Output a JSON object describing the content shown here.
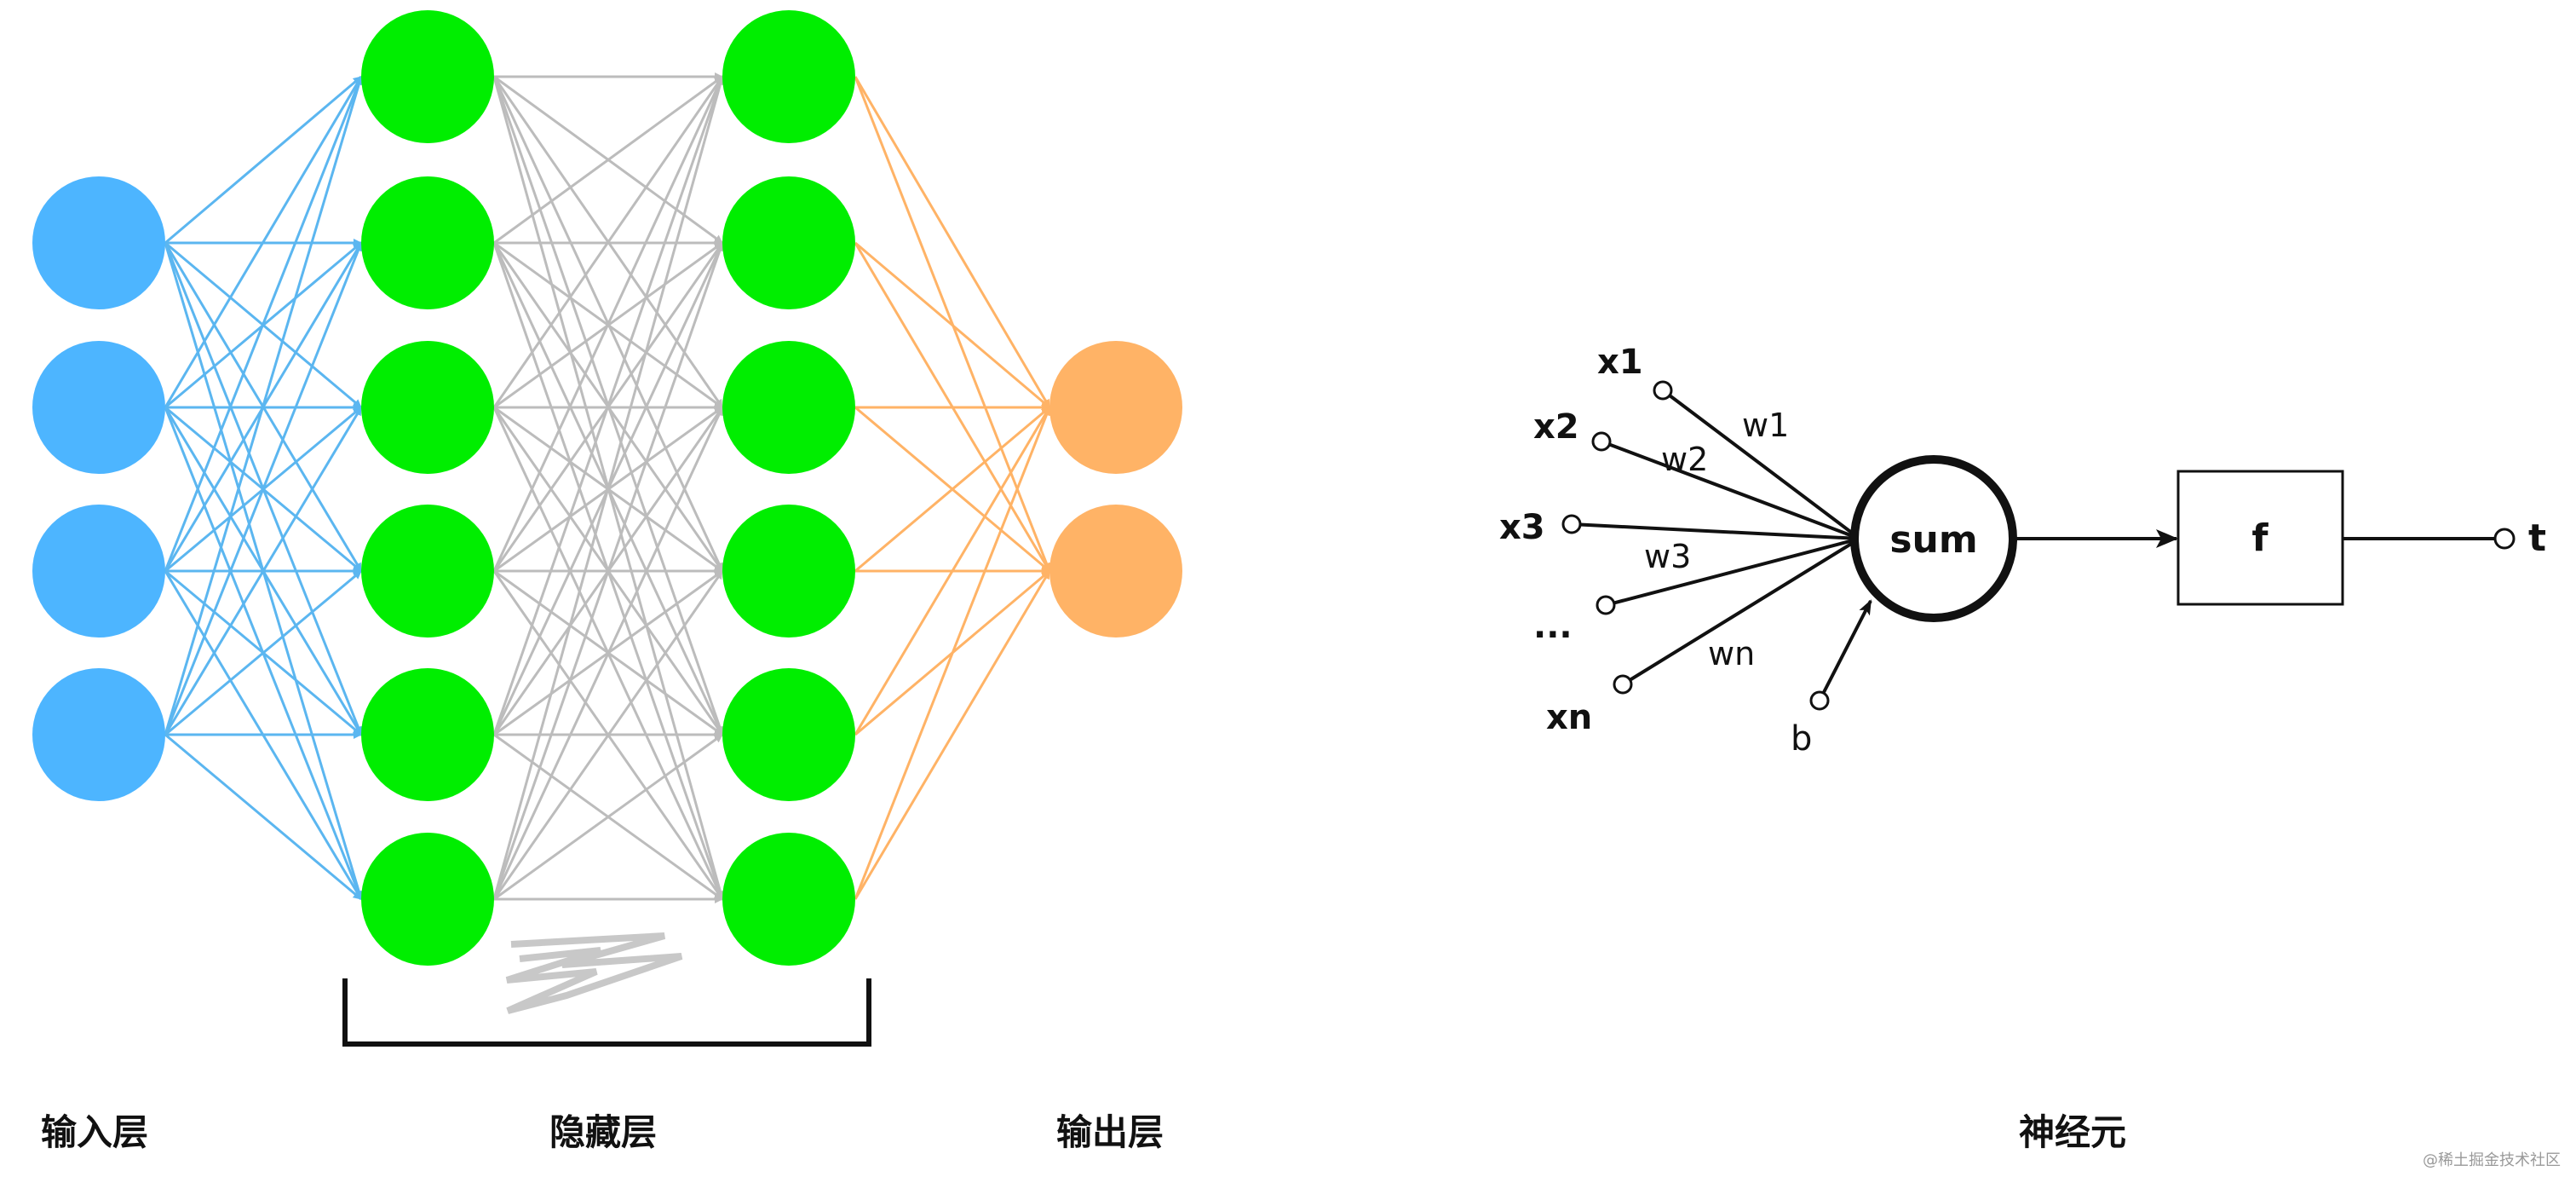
{
  "colors": {
    "input_node": "#4db5ff",
    "hidden_node": "#00ee00",
    "output_node": "#ffb366",
    "input_edge": "#5bb6f0",
    "hidden_edge": "#bcbcbc",
    "output_edge": "#ffb366",
    "ink": "#111111"
  },
  "network": {
    "layers": {
      "input": 4,
      "hidden_1": 6,
      "hidden_2": 6,
      "output": 2
    },
    "captions": {
      "input": "输入层",
      "hidden": "隐藏层",
      "output": "输出层"
    }
  },
  "neuron": {
    "caption": "神经元",
    "inputs": [
      {
        "label": "x1",
        "weight": "w1"
      },
      {
        "label": "x2",
        "weight": "w2"
      },
      {
        "label": "x3",
        "weight": "w3"
      },
      {
        "label": "...",
        "weight": ""
      },
      {
        "label": "xn",
        "weight": "wn"
      }
    ],
    "bias": "b",
    "sum_label": "sum",
    "activation": "f",
    "output": "t"
  },
  "watermark": "@稀土掘金技术社区"
}
